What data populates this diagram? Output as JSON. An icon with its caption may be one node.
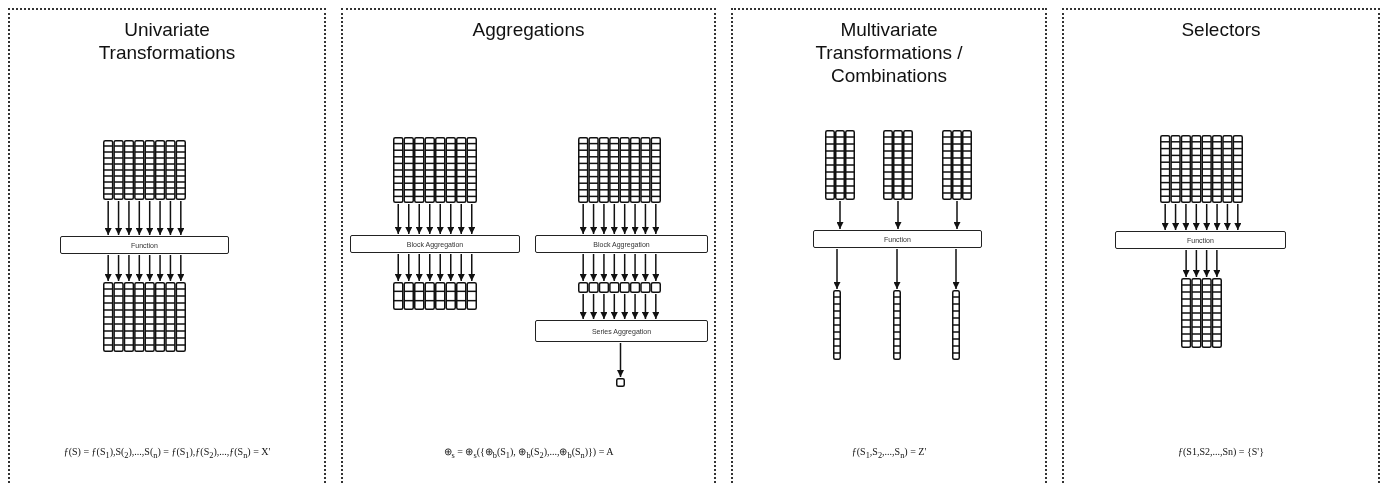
{
  "diagram": {
    "nodes": [
      {
        "text": [
          "Univariate Transformations",
          "ƒ(S) = ƒ(S$_{1}$),S($_{2}$),...,S($_{n}$) = ƒ(S$_{1}$),ƒ(S$_{2}$),...,ƒ(S$_{n}$) = X'"
        ]
      },
      {
        "text": [],
        "shape": "grid",
        "in": 0
      },
      {
        "text": [
          "Function"
        ],
        "in": 0
      },
      {
        "text": [],
        "shape": "grid",
        "in": 0
      },
      {
        "text": [
          "Aggregations",
          "⊕$_{s}$ = ⊕$_{s}$({⊕$_{b}$(S$_{1}$), ⊕$_{b}$(S$_{2}$),...,⊕$_{b}$(S$_{n}$)}) = A"
        ]
      },
      {
        "text": [],
        "shape": "grid",
        "in": 4
      },
      {
        "text": [
          "Block Aggregation"
        ],
        "in": 4
      },
      {
        "text": [],
        "shape": "grid",
        "in": 4
      },
      {
        "text": [],
        "shape": "grid",
        "in": 4
      },
      {
        "text": [
          "Block Aggregation"
        ],
        "in": 4
      },
      {
        "text": [],
        "shape": "grid",
        "in": 4
      },
      {
        "text": [
          "Series Aggregation"
        ],
        "in": 4
      },
      {
        "text": [],
        "shape": "box",
        "in": 4
      },
      {
        "text": [
          "Multivariate Transformations / Combinations",
          "ƒ(S$_{1}$,S$_{2}$,...,S$_{n}$) = Z'"
        ]
      },
      {
        "text": [],
        "shape": "grid",
        "in": 13
      },
      {
        "text": [],
        "shape": "grid",
        "in": 13
      },
      {
        "text": [],
        "shape": "grid",
        "in": 13
      },
      {
        "text": [
          "Function"
        ],
        "in": 13
      },
      {
        "text": [],
        "shape": "grid",
        "in": 13
      },
      {
        "text": [],
        "shape": "grid",
        "in": 13
      },
      {
        "text": [],
        "shape": "grid",
        "in": 13
      },
      {
        "text": [
          "Selectors",
          "ƒ(S1,S2,...,Sn) = {S'}"
        ]
      },
      {
        "text": [],
        "shape": "grid",
        "in": 21
      },
      {
        "text": [
          "Function"
        ],
        "in": 21
      },
      {
        "text": [],
        "shape": "grid",
        "in": 21
      }
    ],
    "edges": [
      {
        "from": 1,
        "to": 2,
        "arrow": "to"
      },
      {
        "from": 1,
        "to": 2,
        "arrow": "to"
      },
      {
        "from": 1,
        "to": 2,
        "arrow": "to"
      },
      {
        "from": 1,
        "to": 2,
        "arrow": "to"
      },
      {
        "from": 1,
        "to": 2,
        "arrow": "to"
      },
      {
        "from": 1,
        "to": 2,
        "arrow": "to"
      },
      {
        "from": 1,
        "to": 2,
        "arrow": "to"
      },
      {
        "from": 1,
        "to": 2,
        "arrow": "to"
      },
      {
        "from": 2,
        "to": 3,
        "arrow": "to"
      },
      {
        "from": 2,
        "to": 3,
        "arrow": "to"
      },
      {
        "from": 2,
        "to": 3,
        "arrow": "to"
      },
      {
        "from": 2,
        "to": 3,
        "arrow": "to"
      },
      {
        "from": 2,
        "to": 3,
        "arrow": "to"
      },
      {
        "from": 2,
        "to": 3,
        "arrow": "to"
      },
      {
        "from": 2,
        "to": 3,
        "arrow": "to"
      },
      {
        "from": 2,
        "to": 3,
        "arrow": "to"
      },
      {
        "from": 5,
        "to": 6,
        "arrow": "to"
      },
      {
        "from": 5,
        "to": 6,
        "arrow": "to"
      },
      {
        "from": 5,
        "to": 6,
        "arrow": "to"
      },
      {
        "from": 5,
        "to": 6,
        "arrow": "to"
      },
      {
        "from": 5,
        "to": 6,
        "arrow": "to"
      },
      {
        "from": 5,
        "to": 6,
        "arrow": "to"
      },
      {
        "from": 5,
        "to": 6,
        "arrow": "to"
      },
      {
        "from": 5,
        "to": 6,
        "arrow": "to"
      },
      {
        "from": 6,
        "to": 7,
        "arrow": "to"
      },
      {
        "from": 6,
        "to": 7,
        "arrow": "to"
      },
      {
        "from": 6,
        "to": 7,
        "arrow": "to"
      },
      {
        "from": 6,
        "to": 7,
        "arrow": "to"
      },
      {
        "from": 6,
        "to": 7,
        "arrow": "to"
      },
      {
        "from": 6,
        "to": 7,
        "arrow": "to"
      },
      {
        "from": 6,
        "to": 7,
        "arrow": "to"
      },
      {
        "from": 6,
        "to": 7,
        "arrow": "to"
      },
      {
        "from": 8,
        "to": 9,
        "arrow": "to"
      },
      {
        "from": 8,
        "to": 9,
        "arrow": "to"
      },
      {
        "from": 8,
        "to": 9,
        "arrow": "to"
      },
      {
        "from": 8,
        "to": 9,
        "arrow": "to"
      },
      {
        "from": 8,
        "to": 9,
        "arrow": "to"
      },
      {
        "from": 8,
        "to": 9,
        "arrow": "to"
      },
      {
        "from": 8,
        "to": 9,
        "arrow": "to"
      },
      {
        "from": 8,
        "to": 9,
        "arrow": "to"
      },
      {
        "from": 9,
        "to": 10,
        "arrow": "to"
      },
      {
        "from": 9,
        "to": 10,
        "arrow": "to"
      },
      {
        "from": 9,
        "to": 10,
        "arrow": "to"
      },
      {
        "from": 9,
        "to": 10,
        "arrow": "to"
      },
      {
        "from": 9,
        "to": 10,
        "arrow": "to"
      },
      {
        "from": 9,
        "to": 10,
        "arrow": "to"
      },
      {
        "from": 9,
        "to": 10,
        "arrow": "to"
      },
      {
        "from": 9,
        "to": 10,
        "arrow": "to"
      },
      {
        "from": 10,
        "to": 11,
        "arrow": "to"
      },
      {
        "from": 10,
        "to": 11,
        "arrow": "to"
      },
      {
        "from": 10,
        "to": 11,
        "arrow": "to"
      },
      {
        "from": 10,
        "to": 11,
        "arrow": "to"
      },
      {
        "from": 10,
        "to": 11,
        "arrow": "to"
      },
      {
        "from": 10,
        "to": 11,
        "arrow": "to"
      },
      {
        "from": 10,
        "to": 11,
        "arrow": "to"
      },
      {
        "from": 10,
        "to": 11,
        "arrow": "to"
      },
      {
        "from": 11,
        "to": 12,
        "arrow": "to"
      },
      {
        "from": 14,
        "to": 17,
        "arrow": "to"
      },
      {
        "from": 15,
        "to": 17,
        "arrow": "to"
      },
      {
        "from": 16,
        "to": 17,
        "arrow": "to"
      },
      {
        "from": 17,
        "to": 18,
        "arrow": "to"
      },
      {
        "from": 17,
        "to": 19,
        "arrow": "to"
      },
      {
        "from": 17,
        "to": 20,
        "arrow": "to"
      },
      {
        "from": 22,
        "to": 23,
        "arrow": "to"
      },
      {
        "from": 22,
        "to": 23,
        "arrow": "to"
      },
      {
        "from": 22,
        "to": 23,
        "arrow": "to"
      },
      {
        "from": 22,
        "to": 23,
        "arrow": "to"
      },
      {
        "from": 22,
        "to": 23,
        "arrow": "to"
      },
      {
        "from": 22,
        "to": 23,
        "arrow": "to"
      },
      {
        "from": 22,
        "to": 23,
        "arrow": "to"
      },
      {
        "from": 22,
        "to": 23,
        "arrow": "to"
      },
      {
        "from": 23,
        "to": 24,
        "arrow": "to"
      },
      {
        "from": 23,
        "to": 24,
        "arrow": "to"
      },
      {
        "from": 23,
        "to": 24,
        "arrow": "to"
      },
      {
        "from": 23,
        "to": 24,
        "arrow": "to"
      }
    ]
  }
}
